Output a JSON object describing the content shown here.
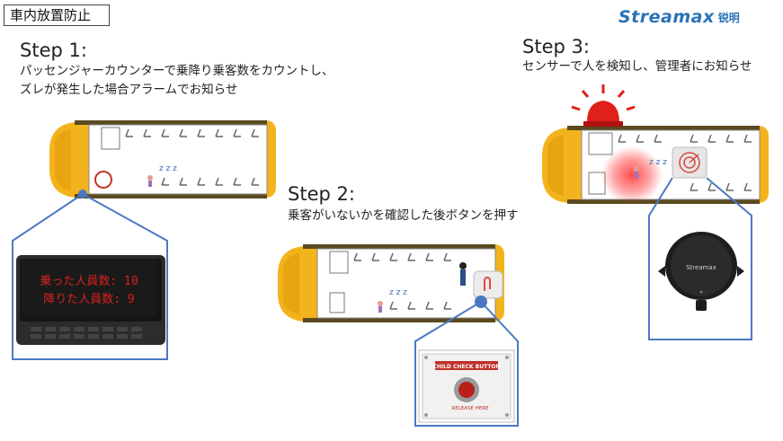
{
  "page_title": "車内放置防止",
  "logo": {
    "en": "Streamax",
    "cn": "锐明"
  },
  "steps": [
    {
      "title": "Step 1:",
      "desc_line1": "パッセンジャーカウンターで乗降り乗客数をカウントし、",
      "desc_line2": "ズレが発生した場合アラームでお知らせ"
    },
    {
      "title": "Step 2:",
      "desc_line1": "乗客がいないかを確認した後ボタンを押す"
    },
    {
      "title": "Step 3:",
      "desc_line1": "センサーで人を検知し、管理者にお知らせ"
    }
  ],
  "display": {
    "line1": "乗った人員数: 10",
    "line2": "降りた人員数:  9"
  },
  "button_panel": {
    "label": "CHILD CHECK BUTTON",
    "release": "RELEASE HERE"
  },
  "sensor_brand": "Streamax",
  "sleep_text": "z z z",
  "colors": {
    "bus": "#f3b31c",
    "connector": "#4a79c2",
    "alarm": "#e0201a",
    "accent": "#2a72b8"
  }
}
